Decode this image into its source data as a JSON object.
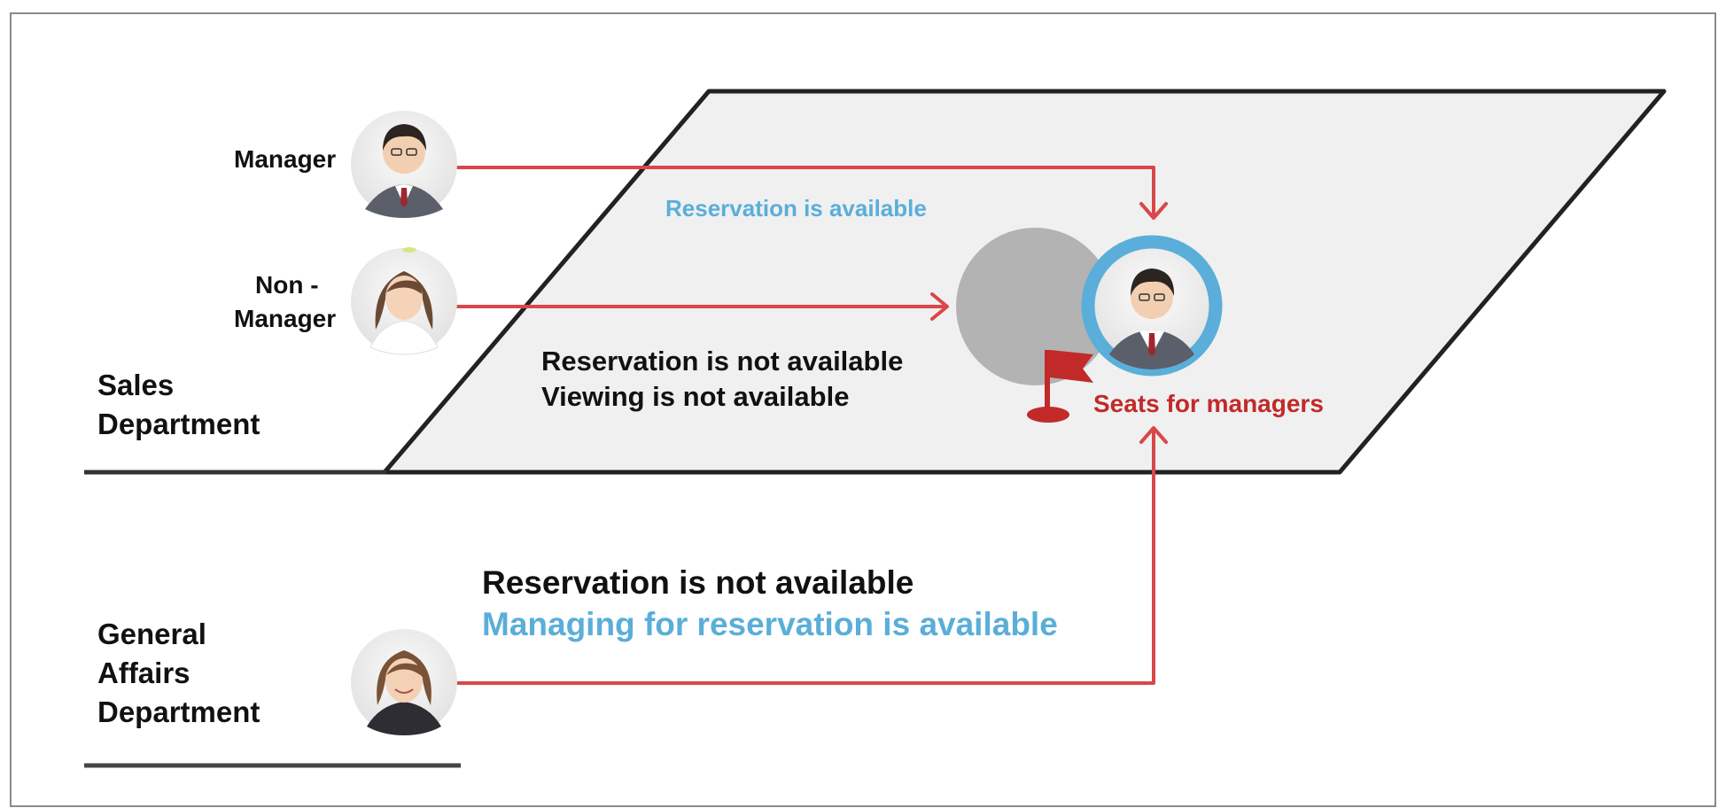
{
  "colors": {
    "arrow_red": "#d9474a",
    "flag_red": "#c22a2a",
    "accent_blue": "#5aaed9",
    "floor_fill": "#f0f0f0",
    "floor_stroke": "#222222",
    "seat_gray": "#b3b3b3"
  },
  "roles": {
    "manager": "Manager",
    "non_manager_line1": "Non -",
    "non_manager_line2": "Manager"
  },
  "departments": {
    "sales_line1": "Sales",
    "sales_line2": "Department",
    "ga_line1": "General",
    "ga_line2": "Affairs",
    "ga_line3": "Department"
  },
  "notes": {
    "manager_reservation": "Reservation is available",
    "non_manager_reservation": "Reservation is not available",
    "non_manager_viewing": "Viewing is not available",
    "ga_reservation": "Reservation is not available",
    "ga_managing": "Managing for reservation is available"
  },
  "seat": {
    "label": "Seats for managers",
    "icons": [
      "flag-icon",
      "manager-avatar-icon"
    ]
  }
}
